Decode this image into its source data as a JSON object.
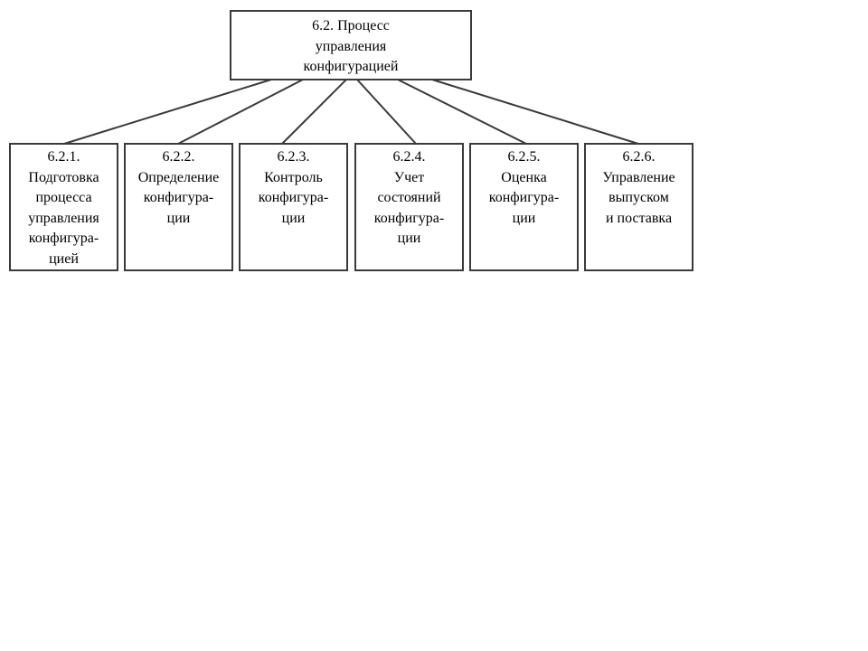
{
  "root": {
    "lines": [
      "6.2. Процесс",
      "управления",
      "конфигурацией"
    ]
  },
  "children": [
    {
      "lines": [
        "6.2.1.",
        "Подготовка",
        "процесса",
        "управления",
        "конфигура-",
        "цией"
      ]
    },
    {
      "lines": [
        "6.2.2.",
        "Определение",
        "конфигура-",
        "ции"
      ]
    },
    {
      "lines": [
        "6.2.3.",
        "Контроль",
        "конфигура-",
        "ции"
      ]
    },
    {
      "lines": [
        "6.2.4.",
        "Учет",
        "состояний",
        "конфигура-",
        "ции"
      ]
    },
    {
      "lines": [
        "6.2.5.",
        "Оценка",
        "конфигура-",
        "ции"
      ]
    },
    {
      "lines": [
        "6.2.6.",
        "Управление",
        "выпуском",
        "и поставка"
      ]
    }
  ]
}
